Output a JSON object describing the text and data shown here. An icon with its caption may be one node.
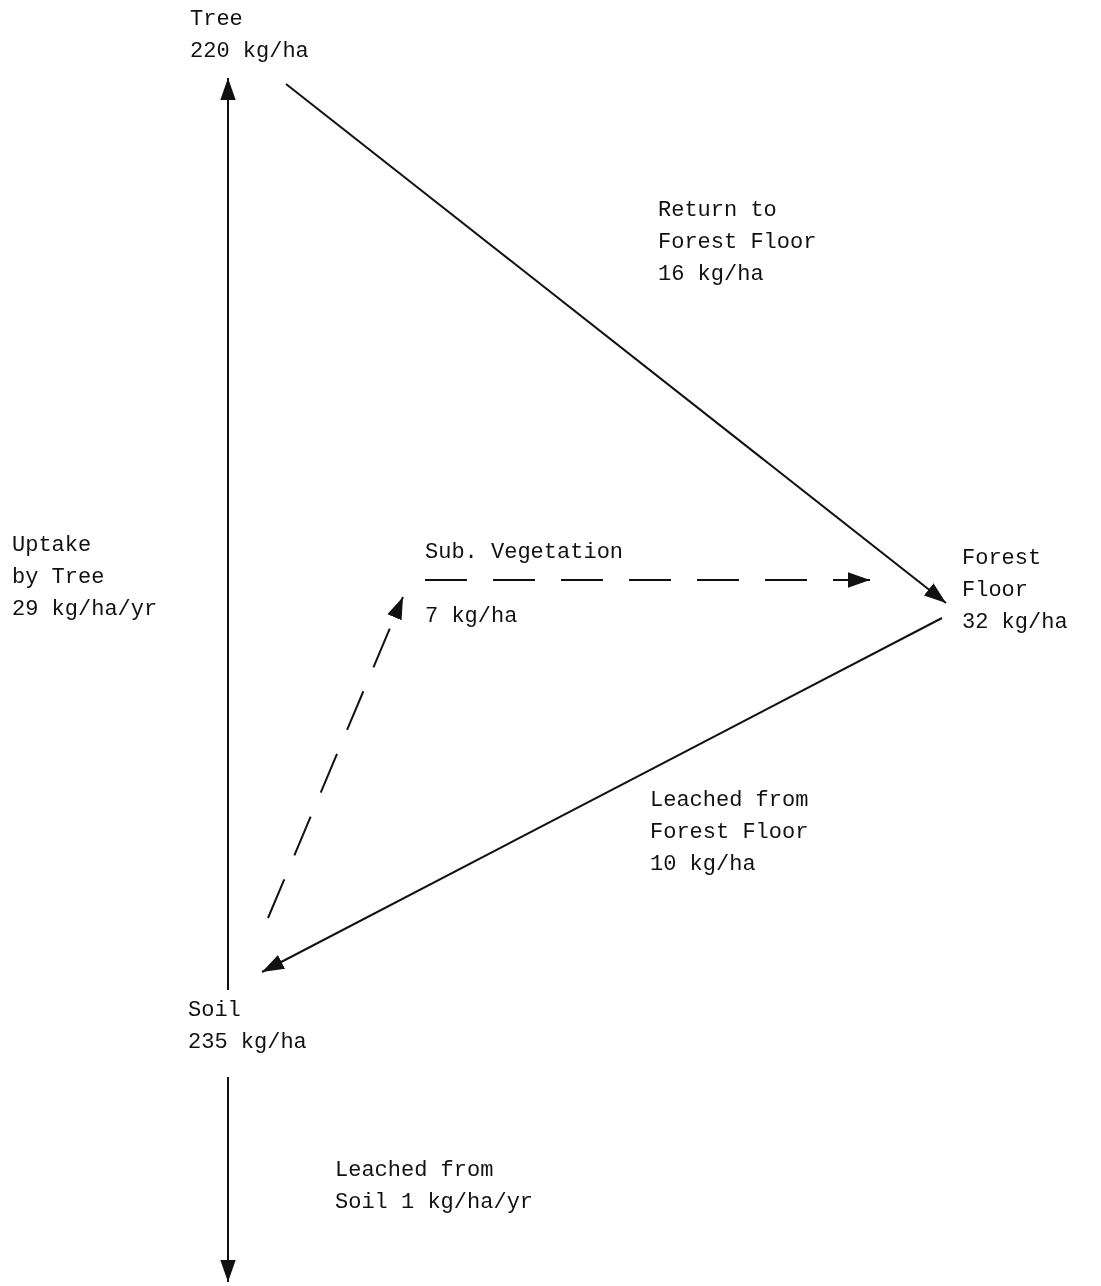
{
  "diagram": {
    "nodes": [
      {
        "text": [
          "Tree",
          "220 kg/ha"
        ]
      },
      {
        "text": [
          "Forest Floor",
          "32 kg/ha"
        ]
      },
      {
        "text": [
          "Sub. Vegetation",
          "7 kg/ha"
        ]
      },
      {
        "text": [
          "Soil",
          "235 kg/ha"
        ]
      }
    ],
    "edges": [
      {
        "from": 3,
        "to": 0,
        "arrow": "to",
        "label": "Uptake by Tree 29 kg/ha/yr"
      },
      {
        "from": 0,
        "to": 1,
        "arrow": "to",
        "label": "Return to Forest Floor 16 kg/ha"
      },
      {
        "from": 1,
        "to": 3,
        "arrow": "to",
        "label": "Leached from Forest Floor 10 kg/ha"
      },
      {
        "from": 3,
        "to": 2,
        "arrow": "to",
        "style": "dashed"
      },
      {
        "from": 2,
        "to": 1,
        "arrow": "to",
        "style": "dashed"
      },
      {
        "from": 3,
        "to": null,
        "arrow": "to",
        "label": "Leached from Soil 1 kg/ha/yr"
      }
    ]
  }
}
